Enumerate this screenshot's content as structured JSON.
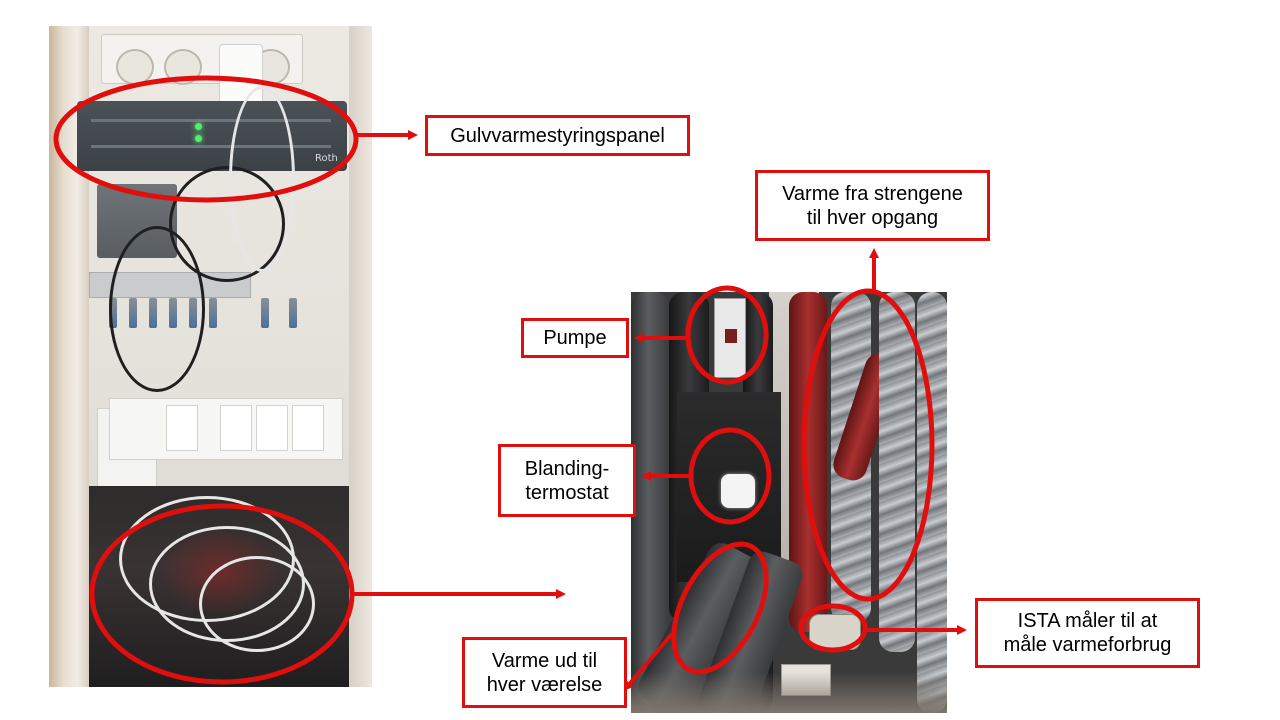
{
  "labels": {
    "gulvvarme": "Gulvvarmestyringspanel",
    "varme_strenge": "Varme fra strengene\ntil hver opgang",
    "pumpe": "Pumpe",
    "blanding": "Blanding-\ntermostat",
    "ista": "ISTA måler til at\nmåle varmeforbrug",
    "varme_ud": "Varme ud til\nhver værelse"
  },
  "panel_brand": "Roth",
  "colors": {
    "annotation": "#e10e0e",
    "label_bg": "#ffffff",
    "label_text": "#000000"
  }
}
